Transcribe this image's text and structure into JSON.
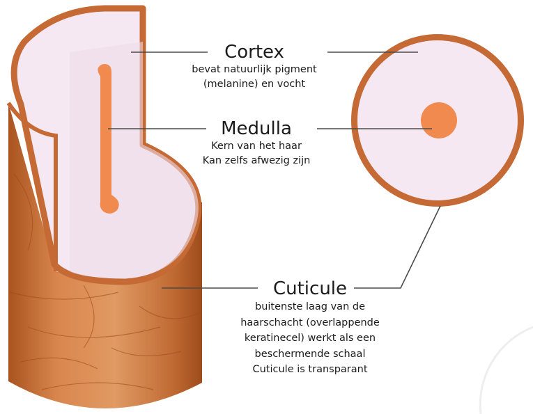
{
  "colors": {
    "cortex_fill": "#f5e8f3",
    "cortex_shade": "#ecdcea",
    "cuticle_brown": "#c56a34",
    "medulla_orange": "#f08a4f",
    "leader_line": "#4a4a4a"
  },
  "labels": {
    "cortex": {
      "title": "Cortex",
      "line1": "bevat natuurlijk pigment",
      "line2": "(melanine) en vocht"
    },
    "medulla": {
      "title": "Medulla",
      "line1": "Kern van het haar",
      "line2": "Kan zelfs afwezig zijn"
    },
    "cuticule": {
      "title": "Cuticule",
      "line1": "buitenste laag van de",
      "line2": "haarschacht (overlappende",
      "line3": "keratinecel) werkt als een",
      "line4": "beschermende schaal",
      "line5": "Cuticule is transparant"
    }
  }
}
